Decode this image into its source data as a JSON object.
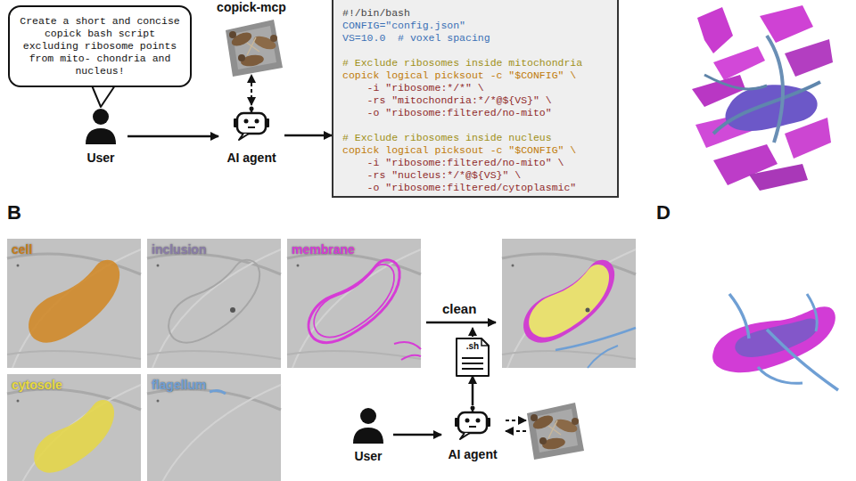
{
  "diagram": {
    "nodes": [
      {
        "text": [
          "Create a short and concise copick bash script excluding ribosome points from mito- chondria and nucleus!"
        ]
      },
      {
        "text": [
          "User"
        ]
      },
      {
        "text": [
          "AI agent"
        ]
      },
      {
        "text": [
          "copick-mcp"
        ]
      },
      {
        "text": [
          "#!/bin/bash",
          "CONFIG=\"config.json\"",
          "VS=10.0  # voxel spacing",
          "# Exclude ribosomes inside mitochondria",
          "copick logical picksout -c \"$CONFIG\" \\",
          "    -i \"ribosome:*/*\" \\",
          "    -rs \"mitochondria:*/*@${VS}\" \\",
          "    -o \"ribosome:filtered/no-mito\"",
          "# Exclude ribosomes inside nucleus",
          "copick logical picksout -c \"$CONFIG\" \\",
          "    -i \"ribosome:filtered/no-mito\" \\",
          "    -rs \"nucleus:*/*@${VS}\" \\",
          "    -o \"ribosome:filtered/cytoplasmic\""
        ]
      },
      {
        "text": [
          "cell"
        ]
      },
      {
        "text": [
          "inclusion"
        ]
      },
      {
        "text": [
          "membrane"
        ]
      },
      {
        "text": [
          "cytosole"
        ]
      },
      {
        "text": [
          "flagellum"
        ]
      },
      {
        "text": [
          ".sh"
        ]
      },
      {
        "text": [
          "User"
        ]
      },
      {
        "text": [
          "AI agent"
        ]
      }
    ],
    "edges": [
      {
        "from": 1,
        "to": 2,
        "arrow": "to"
      },
      {
        "from": 2,
        "to": 4,
        "arrow": "to"
      },
      {
        "from": 2,
        "to": 3,
        "arrow": "both"
      },
      {
        "from": 11,
        "to": 12,
        "arrow": "to"
      },
      {
        "from": 12,
        "to": 10,
        "arrow": "to"
      }
    ],
    "labels": [
      "B",
      "D",
      "clean"
    ]
  }
}
